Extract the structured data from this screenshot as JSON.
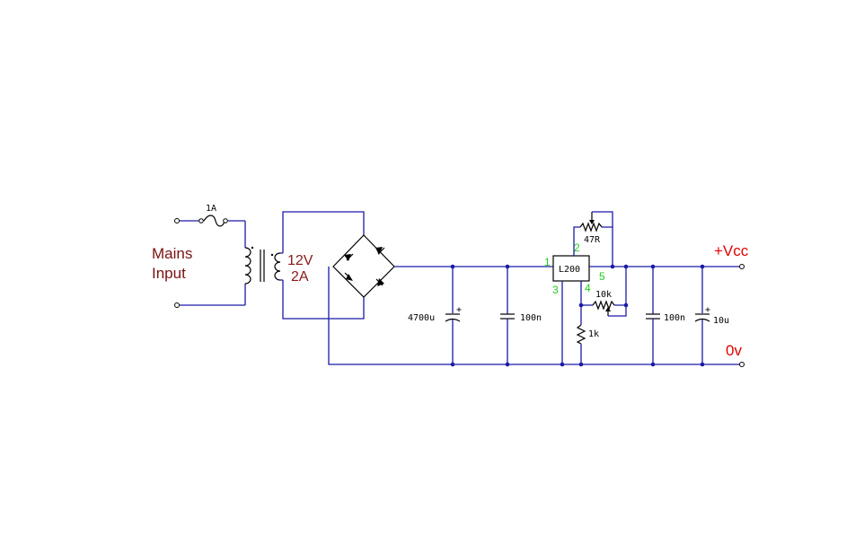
{
  "colors": {
    "wire": "#1a1aa6",
    "mains_label": "#7a1010",
    "transformer_label": "#8b1a1a",
    "rail_label": "#e00000",
    "pin_number": "#22cc22"
  },
  "labels": {
    "mains_line1": "Mains",
    "mains_line2": "Input",
    "transformer_voltage": "12V",
    "transformer_current": "2A",
    "rail_positive": "+Vcc",
    "rail_ground": "0v"
  },
  "components": {
    "fuse": "1A",
    "cap_bulk": "4700u",
    "cap_decouple_in": "100n",
    "regulator": "L200",
    "pot_47r": "47R",
    "pot_10k": "10k",
    "res_1k": "1k",
    "cap_decouple_out": "100n",
    "cap_out": "10u",
    "cap_polarity": "+"
  },
  "pins": {
    "p1": "1",
    "p2": "2",
    "p3": "3",
    "p4": "4",
    "p5": "5"
  }
}
